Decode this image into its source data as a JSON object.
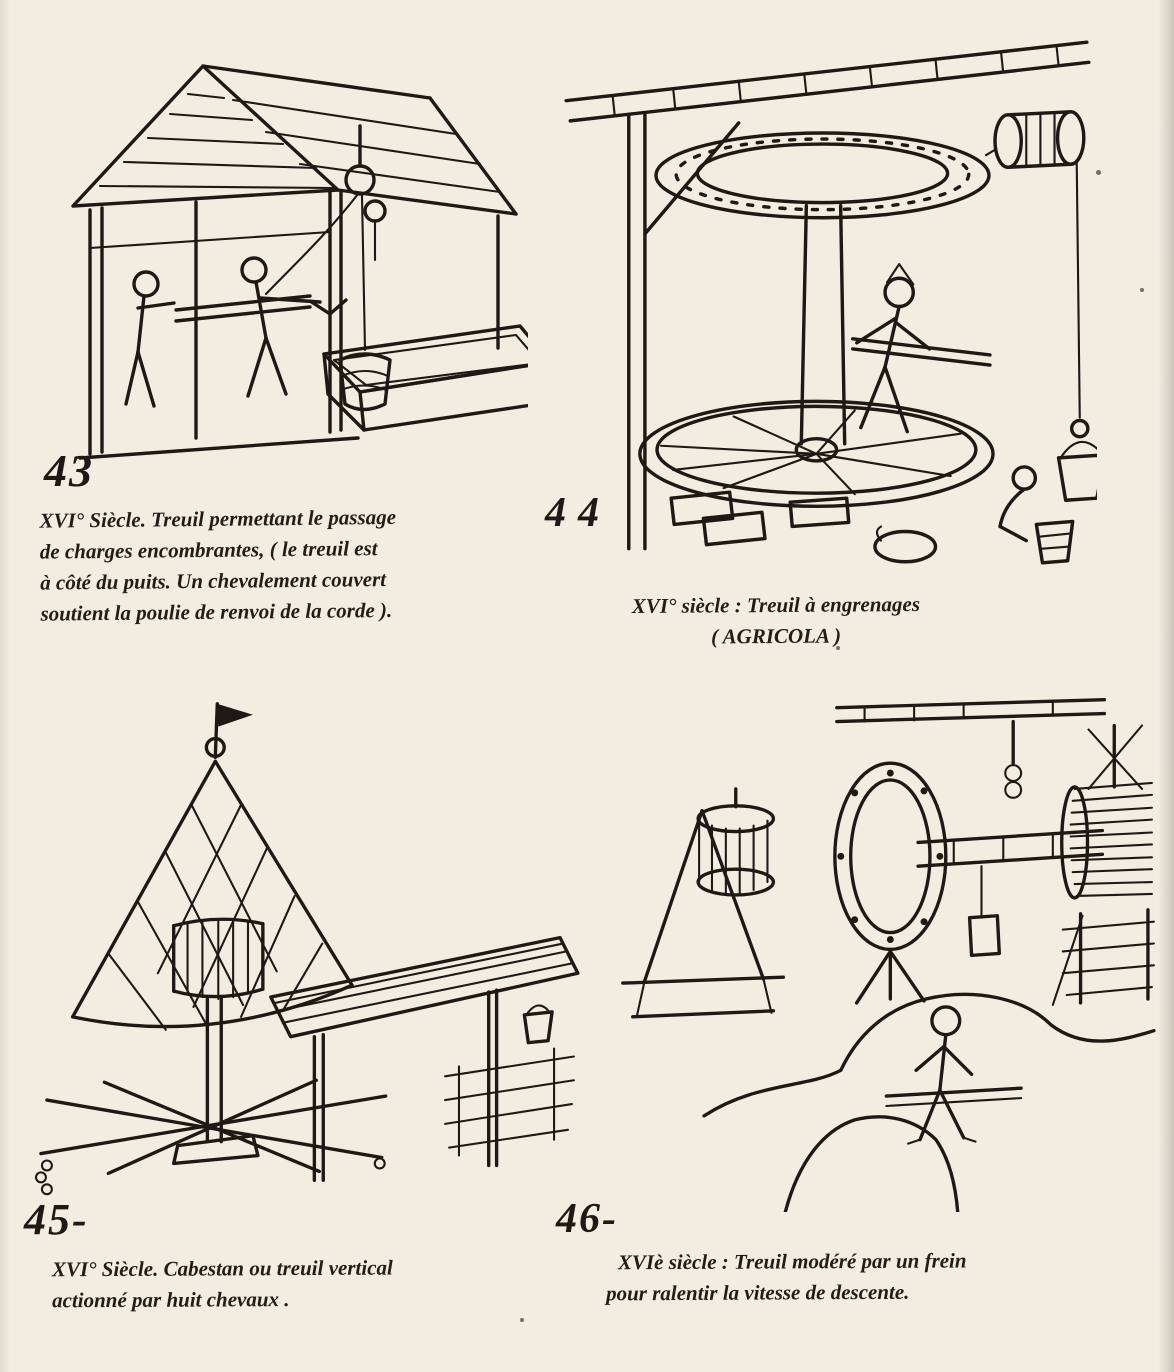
{
  "page": {
    "kind": "scanned drawing plate",
    "paper_color": "#f1ede1",
    "ink_color": "#1d1a16"
  },
  "figures": [
    {
      "number": "43",
      "caption_lines": [
        "XVI° Siècle. Treuil permettant le passage",
        "de charges encombrantes, ( le treuil est",
        "à côté du puits. Un chevalement couvert",
        "soutient la poulie de renvoi de la corde )."
      ]
    },
    {
      "number": "44",
      "caption_lines": [
        "XVI° siècle : Treuil à engrenages",
        "( AGRICOLA )"
      ]
    },
    {
      "number": "45-",
      "caption_lines": [
        "XVI° Siècle.  Cabestan ou treuil vertical",
        "actionné par huit chevaux ."
      ]
    },
    {
      "number": "46-",
      "caption_lines": [
        "XVIè siècle : Treuil modéré par un frein",
        "pour ralentir la vitesse de descente."
      ]
    }
  ]
}
